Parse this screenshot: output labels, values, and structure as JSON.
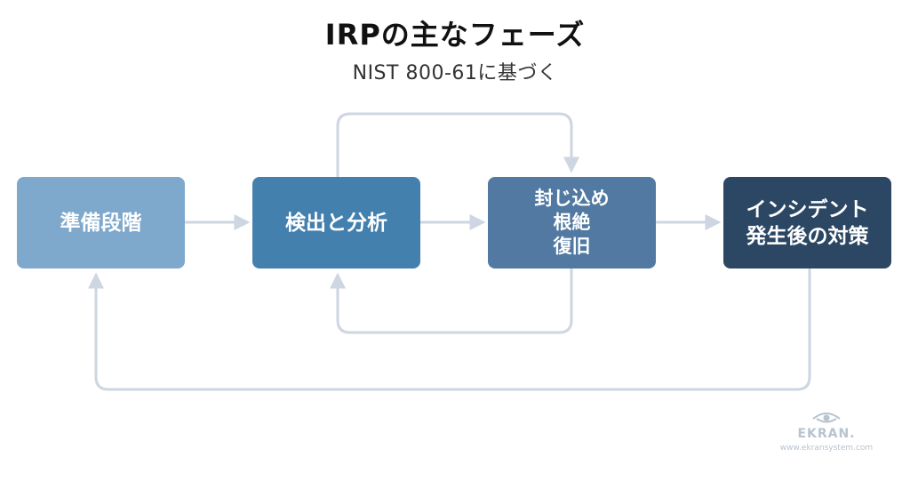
{
  "title": "IRPの主なフェーズ",
  "subtitle": "NIST 800-61に基づく",
  "colors": {
    "prep": "#7ea8cc",
    "detect": "#4480ae",
    "contain": "#5179a1",
    "post": "#2b4763",
    "connector": "#cdd6e1"
  },
  "phases": [
    {
      "lines": [
        "準備段階"
      ]
    },
    {
      "lines": [
        "検出と分析"
      ]
    },
    {
      "lines": [
        "封じ込め",
        "根絶",
        "復旧"
      ]
    },
    {
      "lines": [
        "インシデント",
        "発生後の対策"
      ]
    }
  ],
  "logo": {
    "brand": "EKRAN.",
    "url": "www.ekransystem.com",
    "icon": "eye-icon"
  }
}
